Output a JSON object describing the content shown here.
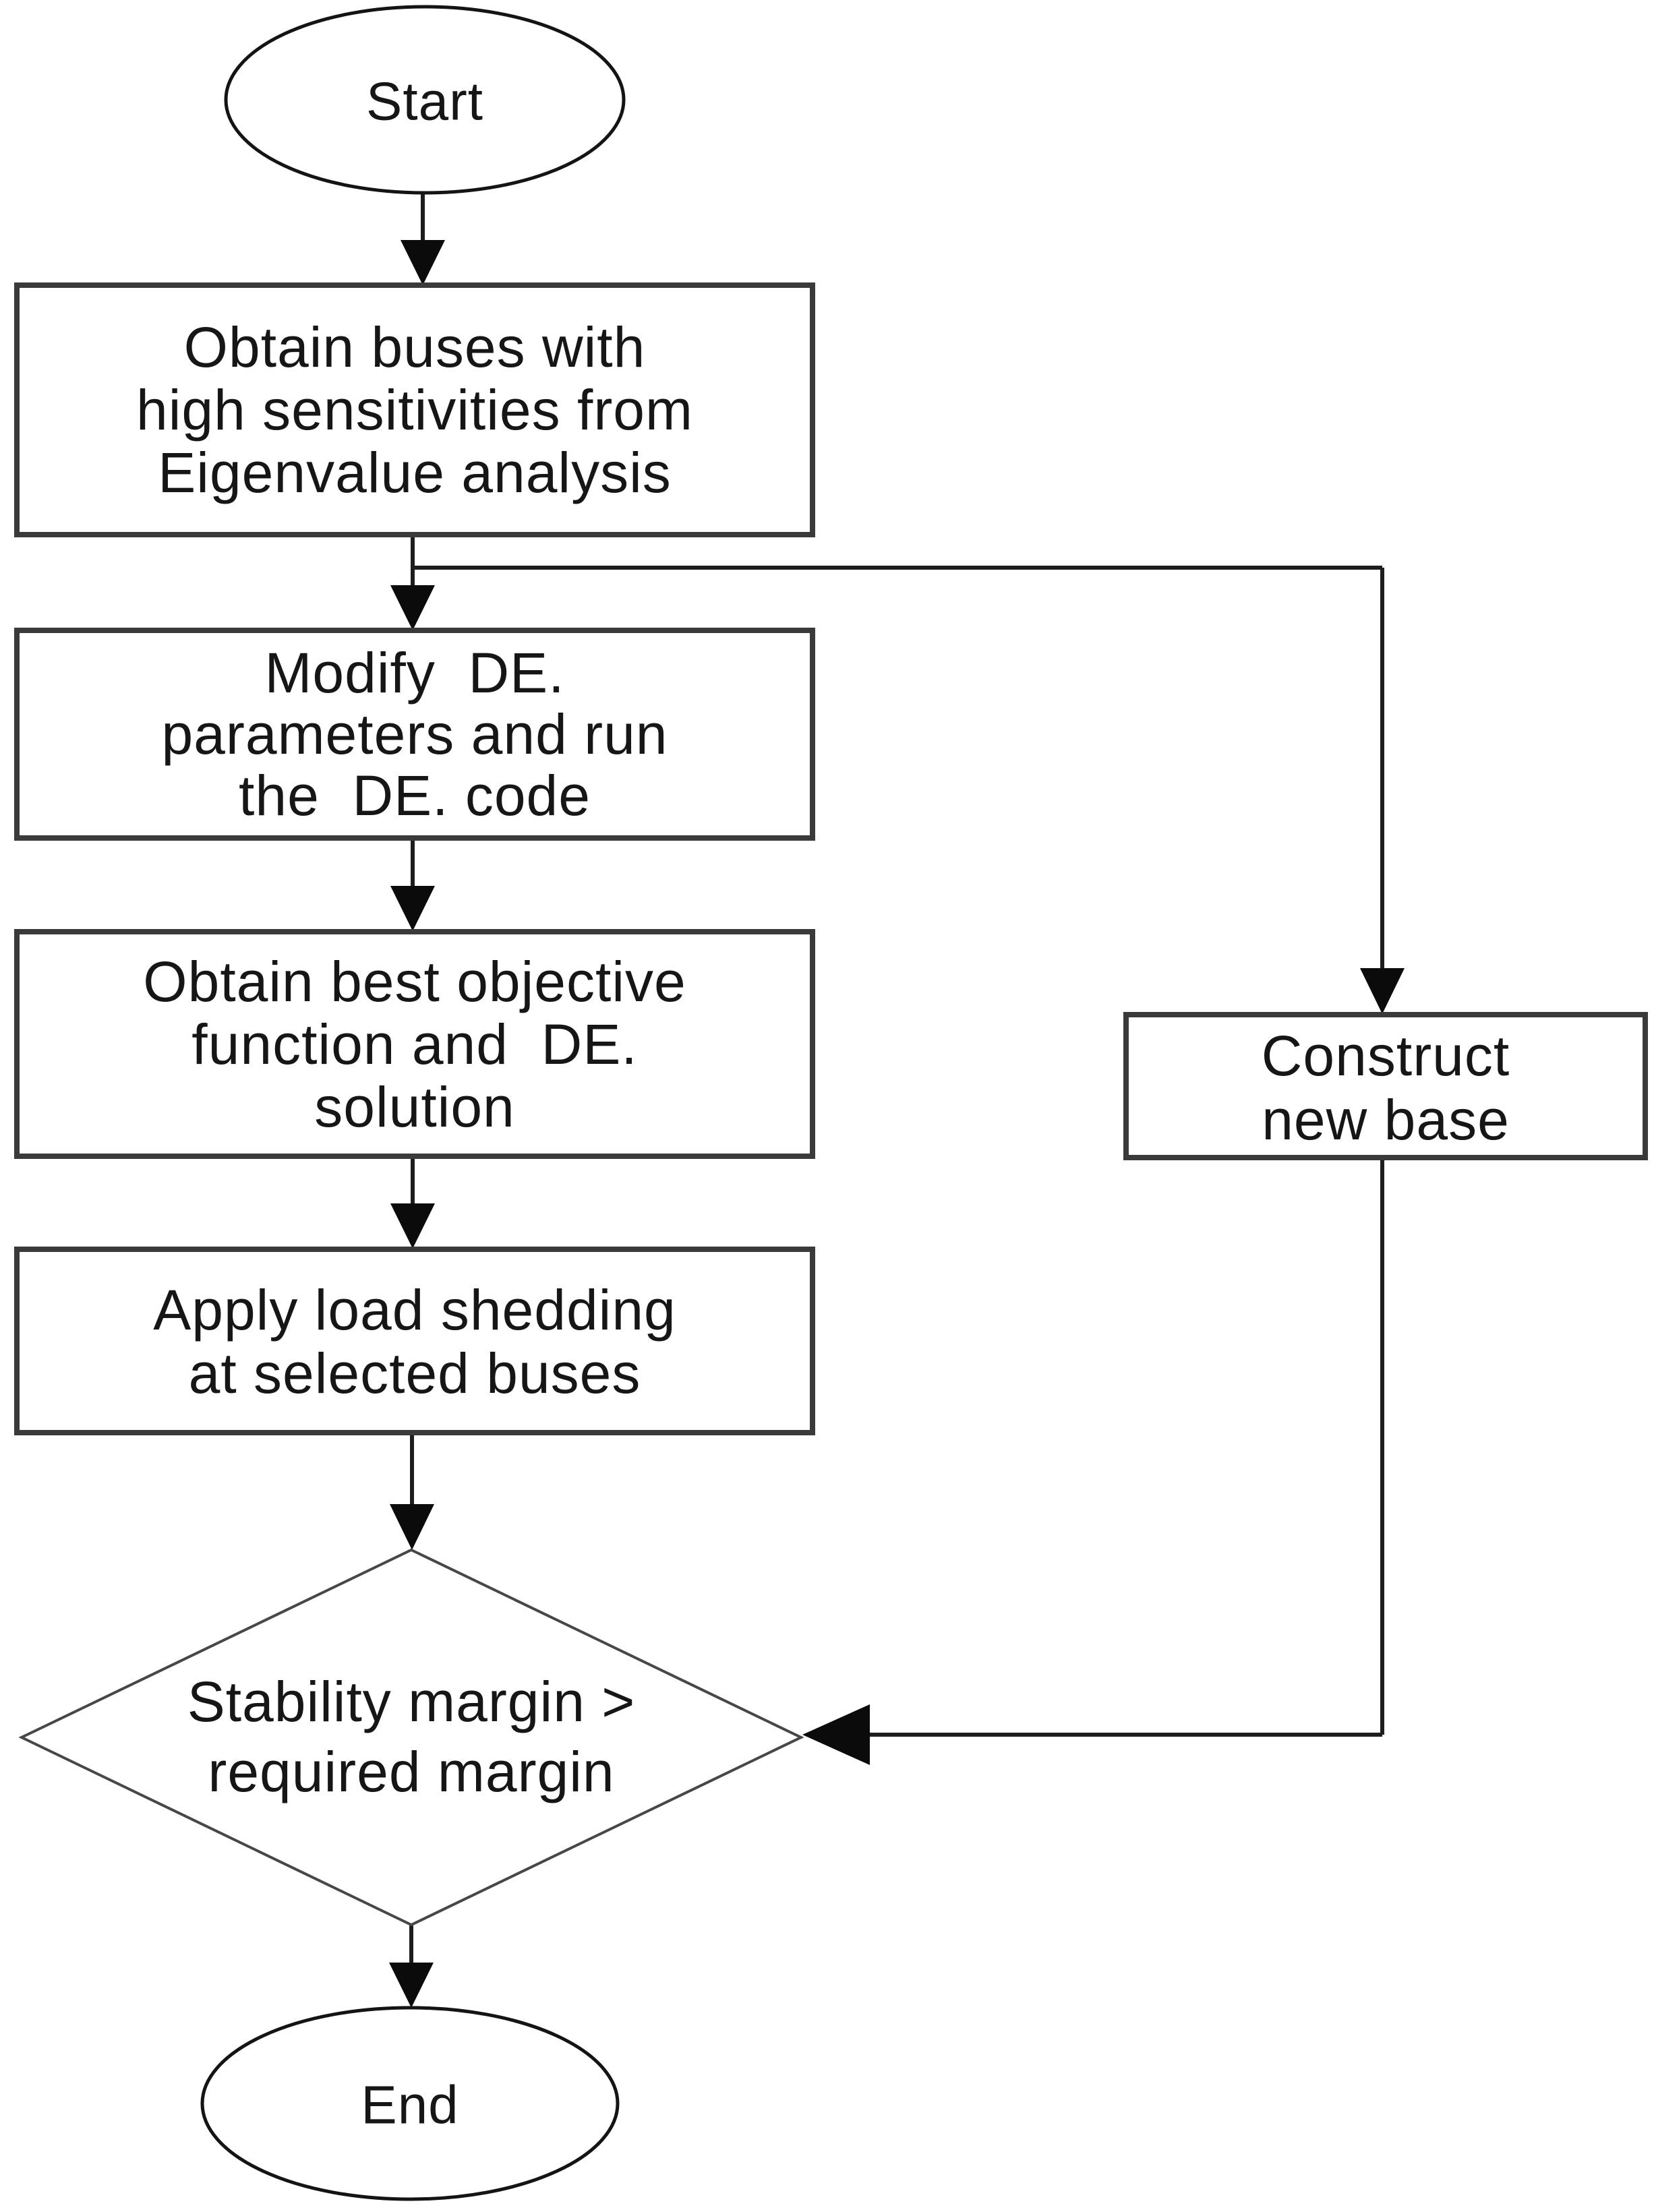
{
  "diagram": {
    "type": "flowchart",
    "background": "#ffffff",
    "colors": {
      "line": "#1e1e1e",
      "process_border": "#3a3a3a",
      "terminator_border": "#141414",
      "decision_border": "#474747",
      "arrow_fill": "#0b0b0b",
      "text": "#161616"
    },
    "nodes": {
      "start": {
        "type": "terminator",
        "label": "Start"
      },
      "obtain_buses": {
        "type": "process",
        "lines": [
          "Obtain buses with",
          "high sensitivities from",
          "Eigenvalue analysis"
        ]
      },
      "modify_de": {
        "type": "process",
        "lines": [
          "Modify  DE.",
          "parameters and run",
          "the  DE. code"
        ]
      },
      "obtain_best": {
        "type": "process",
        "lines": [
          "Obtain best objective",
          "function and  DE.",
          "solution"
        ]
      },
      "apply_load_shedding": {
        "type": "process",
        "lines": [
          "Apply load shedding",
          "at selected buses"
        ]
      },
      "stability_decision": {
        "type": "decision",
        "lines": [
          "Stability margin >",
          "required margin"
        ]
      },
      "construct_new_base": {
        "type": "process",
        "lines": [
          "Construct",
          "new base"
        ]
      },
      "end": {
        "type": "terminator",
        "label": "End"
      }
    },
    "edges": [
      {
        "from": "start",
        "to": "obtain_buses"
      },
      {
        "from": "obtain_buses",
        "to": "modify_de"
      },
      {
        "from": "obtain_buses",
        "to": "construct_new_base"
      },
      {
        "from": "modify_de",
        "to": "obtain_best"
      },
      {
        "from": "obtain_best",
        "to": "apply_load_shedding"
      },
      {
        "from": "apply_load_shedding",
        "to": "stability_decision"
      },
      {
        "from": "stability_decision",
        "to": "end"
      },
      {
        "from": "construct_new_base",
        "to": "stability_decision"
      }
    ]
  }
}
